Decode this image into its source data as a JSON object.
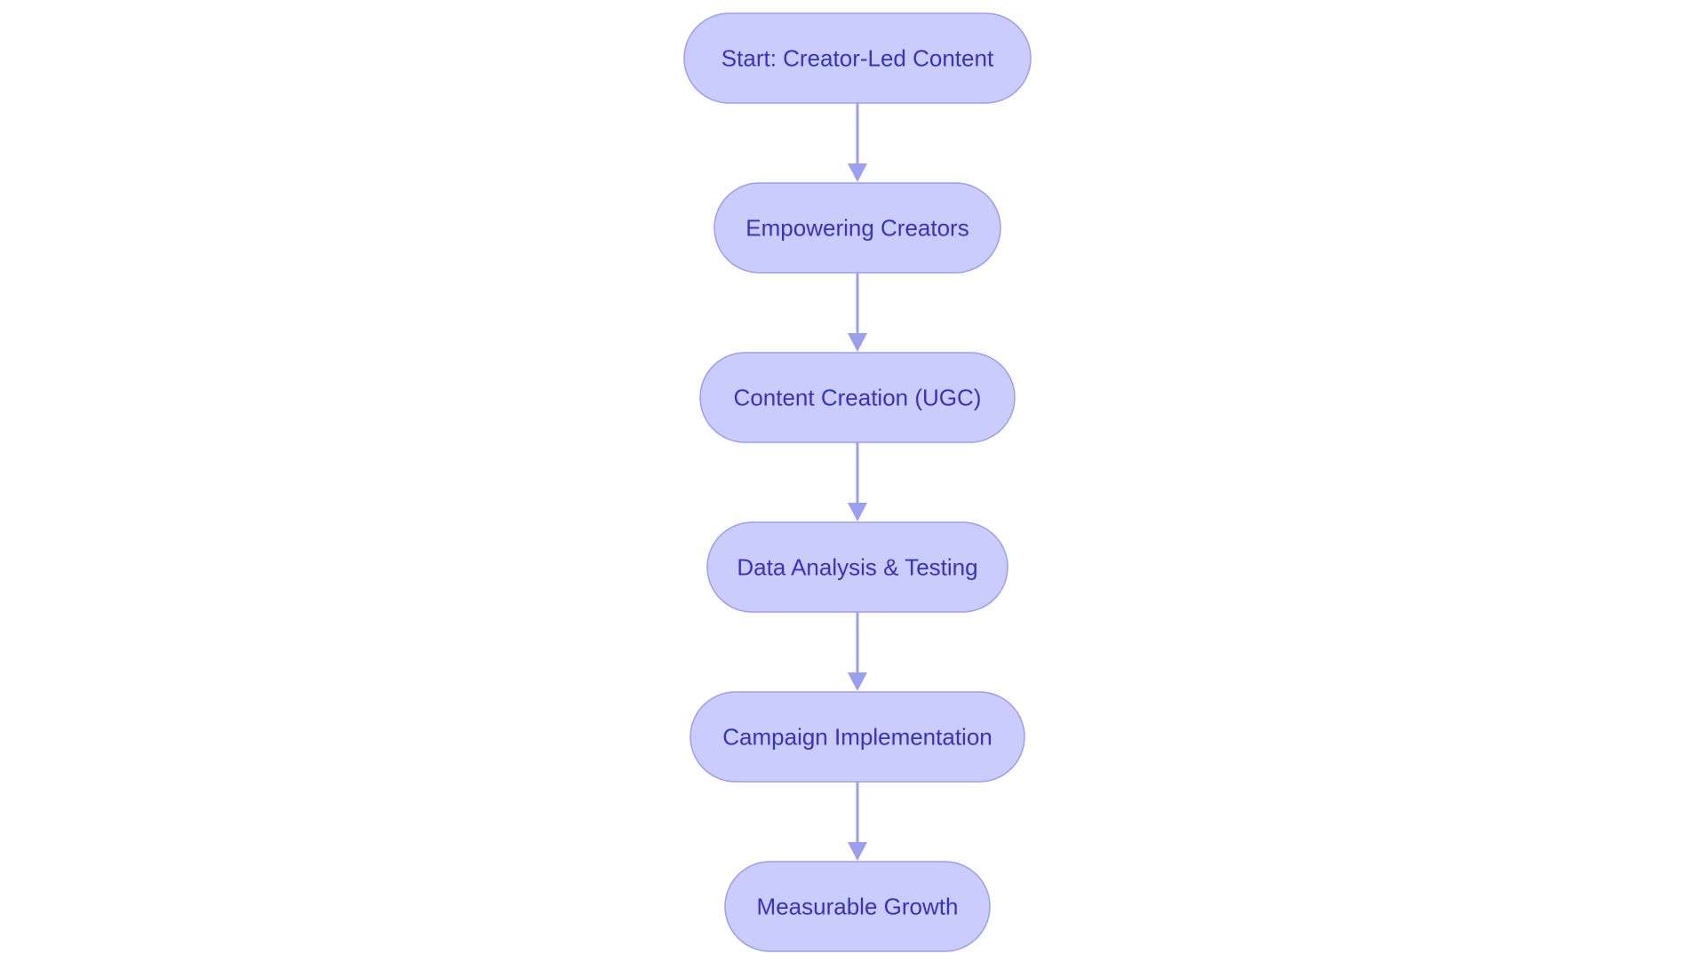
{
  "diagram": {
    "type": "flowchart",
    "direction": "top-to-bottom",
    "colors": {
      "node_fill": "#c9ccfc",
      "node_border": "#9a9ff0",
      "node_text": "#3534c2",
      "edge": "#9a9ff0",
      "background": "#ffffff"
    },
    "nodes": [
      {
        "id": "start",
        "label": "Start: Creator-Led Content"
      },
      {
        "id": "empowering",
        "label": "Empowering Creators"
      },
      {
        "id": "content",
        "label": "Content Creation (UGC)"
      },
      {
        "id": "data",
        "label": "Data Analysis & Testing"
      },
      {
        "id": "campaign",
        "label": "Campaign Implementation"
      },
      {
        "id": "growth",
        "label": "Measurable Growth"
      }
    ],
    "edges": [
      {
        "from": "start",
        "to": "empowering"
      },
      {
        "from": "empowering",
        "to": "content"
      },
      {
        "from": "content",
        "to": "data"
      },
      {
        "from": "data",
        "to": "campaign"
      },
      {
        "from": "campaign",
        "to": "growth"
      }
    ]
  }
}
